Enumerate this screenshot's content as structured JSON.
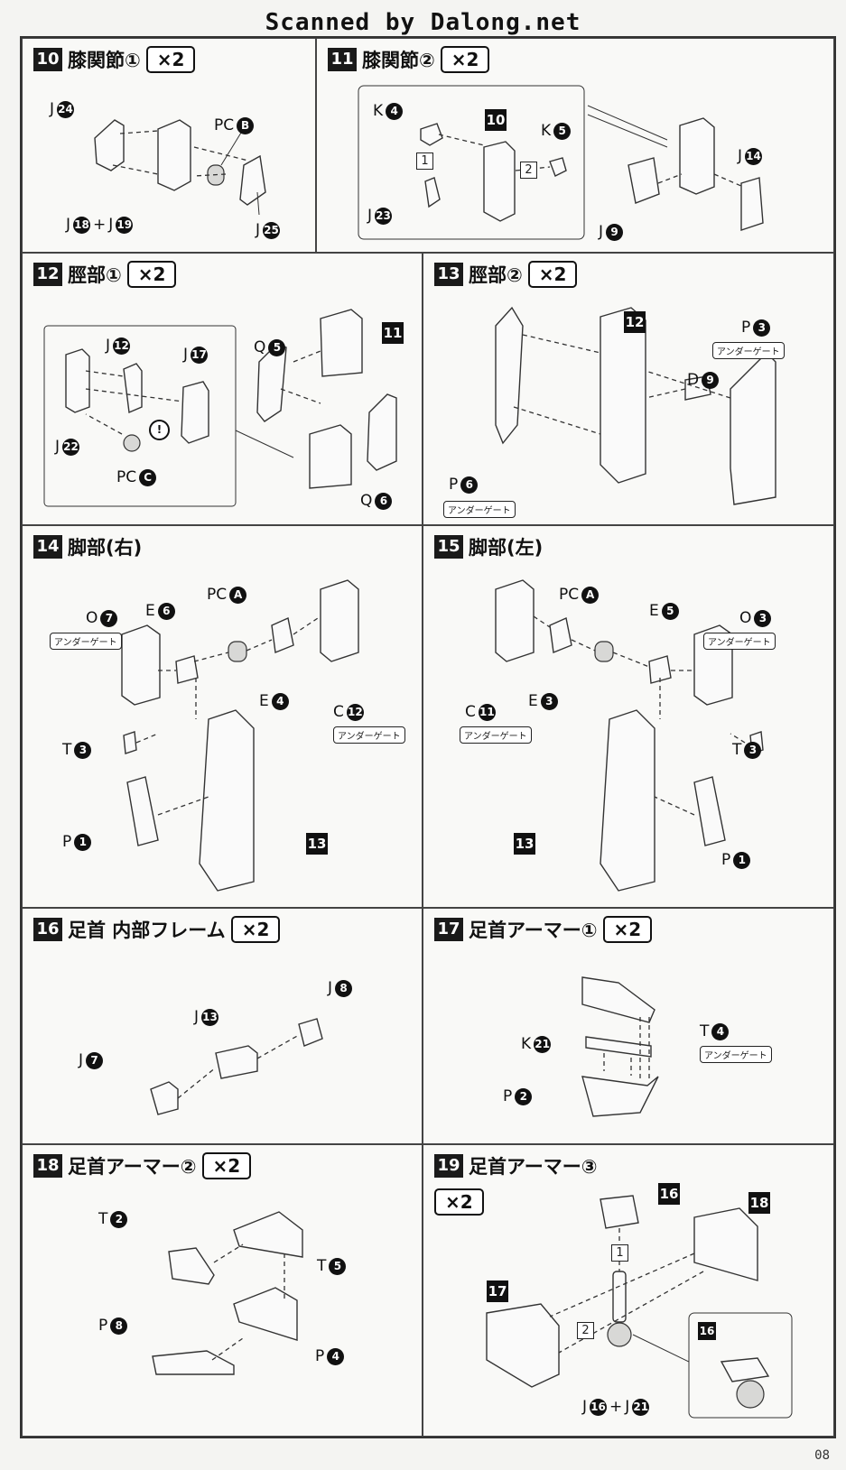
{
  "scan_banner": "Scanned by Dalong.net",
  "page_number": "08",
  "panels": {
    "p10": {
      "num": "10",
      "title": "膝関節①",
      "mult": "×2",
      "labels": {
        "j24": {
          "l": "J",
          "n": "24"
        },
        "pcb": {
          "l": "PC",
          "n": "B"
        },
        "j18": {
          "l": "J",
          "n": "18"
        },
        "plus": "+",
        "j19": {
          "l": "J",
          "n": "19"
        },
        "j25": {
          "l": "J",
          "n": "25"
        }
      }
    },
    "p11": {
      "num": "11",
      "title": "膝関節②",
      "mult": "×2",
      "labels": {
        "k4": {
          "l": "K",
          "n": "4"
        },
        "ref10": "10",
        "k5": {
          "l": "K",
          "n": "5"
        },
        "s1": "1",
        "s2": "2",
        "j23": {
          "l": "J",
          "n": "23"
        },
        "j14": {
          "l": "J",
          "n": "14"
        },
        "j9": {
          "l": "J",
          "n": "9"
        }
      }
    },
    "p12": {
      "num": "12",
      "title": "脛部①",
      "mult": "×2",
      "labels": {
        "q5": {
          "l": "Q",
          "n": "5"
        },
        "ref11": "11",
        "j12": {
          "l": "J",
          "n": "12"
        },
        "j17": {
          "l": "J",
          "n": "17"
        },
        "j22": {
          "l": "J",
          "n": "22"
        },
        "pcc": {
          "l": "PC",
          "n": "C"
        },
        "q6": {
          "l": "Q",
          "n": "6"
        },
        "warn": "!"
      }
    },
    "p13": {
      "num": "13",
      "title": "脛部②",
      "mult": "×2",
      "labels": {
        "ref12": "12",
        "p3": {
          "l": "P",
          "n": "3"
        },
        "gate1": "アンダーゲート",
        "d9": {
          "l": "D",
          "n": "9"
        },
        "p6": {
          "l": "P",
          "n": "6"
        },
        "gate2": "アンダーゲート"
      }
    },
    "p14": {
      "num": "14",
      "title": "脚部(右)",
      "mult": "",
      "labels": {
        "pca": {
          "l": "PC",
          "n": "A"
        },
        "e6": {
          "l": "E",
          "n": "6"
        },
        "o7": {
          "l": "O",
          "n": "7"
        },
        "gate1": "アンダーゲート",
        "e4": {
          "l": "E",
          "n": "4"
        },
        "c12": {
          "l": "C",
          "n": "12"
        },
        "gate2": "アンダーゲート",
        "t3": {
          "l": "T",
          "n": "3"
        },
        "p1": {
          "l": "P",
          "n": "1"
        },
        "ref13": "13"
      }
    },
    "p15": {
      "num": "15",
      "title": "脚部(左)",
      "mult": "",
      "labels": {
        "pca": {
          "l": "PC",
          "n": "A"
        },
        "e5": {
          "l": "E",
          "n": "5"
        },
        "o3": {
          "l": "O",
          "n": "3"
        },
        "gate1": "アンダーゲート",
        "c11": {
          "l": "C",
          "n": "11"
        },
        "e3": {
          "l": "E",
          "n": "3"
        },
        "gate2": "アンダーゲート",
        "t3": {
          "l": "T",
          "n": "3"
        },
        "p1": {
          "l": "P",
          "n": "1"
        },
        "ref13": "13"
      }
    },
    "p16": {
      "num": "16",
      "title": "足首 内部フレーム",
      "mult": "×2",
      "labels": {
        "j8": {
          "l": "J",
          "n": "8"
        },
        "j13": {
          "l": "J",
          "n": "13"
        },
        "j7": {
          "l": "J",
          "n": "7"
        }
      }
    },
    "p17": {
      "num": "17",
      "title": "足首アーマー①",
      "mult": "×2",
      "labels": {
        "t4": {
          "l": "T",
          "n": "4"
        },
        "gate": "アンダーゲート",
        "k21": {
          "l": "K",
          "n": "21"
        },
        "p2": {
          "l": "P",
          "n": "2"
        }
      }
    },
    "p18": {
      "num": "18",
      "title": "足首アーマー②",
      "mult": "×2",
      "labels": {
        "t2": {
          "l": "T",
          "n": "2"
        },
        "t5": {
          "l": "T",
          "n": "5"
        },
        "p8": {
          "l": "P",
          "n": "8"
        },
        "p4": {
          "l": "P",
          "n": "4"
        }
      }
    },
    "p19": {
      "num": "19",
      "title": "足首アーマー③",
      "mult": "×2",
      "labels": {
        "ref16": "16",
        "ref18": "18",
        "ref17": "17",
        "s1": "1",
        "s2": "2",
        "j16": {
          "l": "J",
          "n": "16"
        },
        "plus": "+",
        "j21": {
          "l": "J",
          "n": "21"
        },
        "ref16b": "16"
      }
    }
  }
}
